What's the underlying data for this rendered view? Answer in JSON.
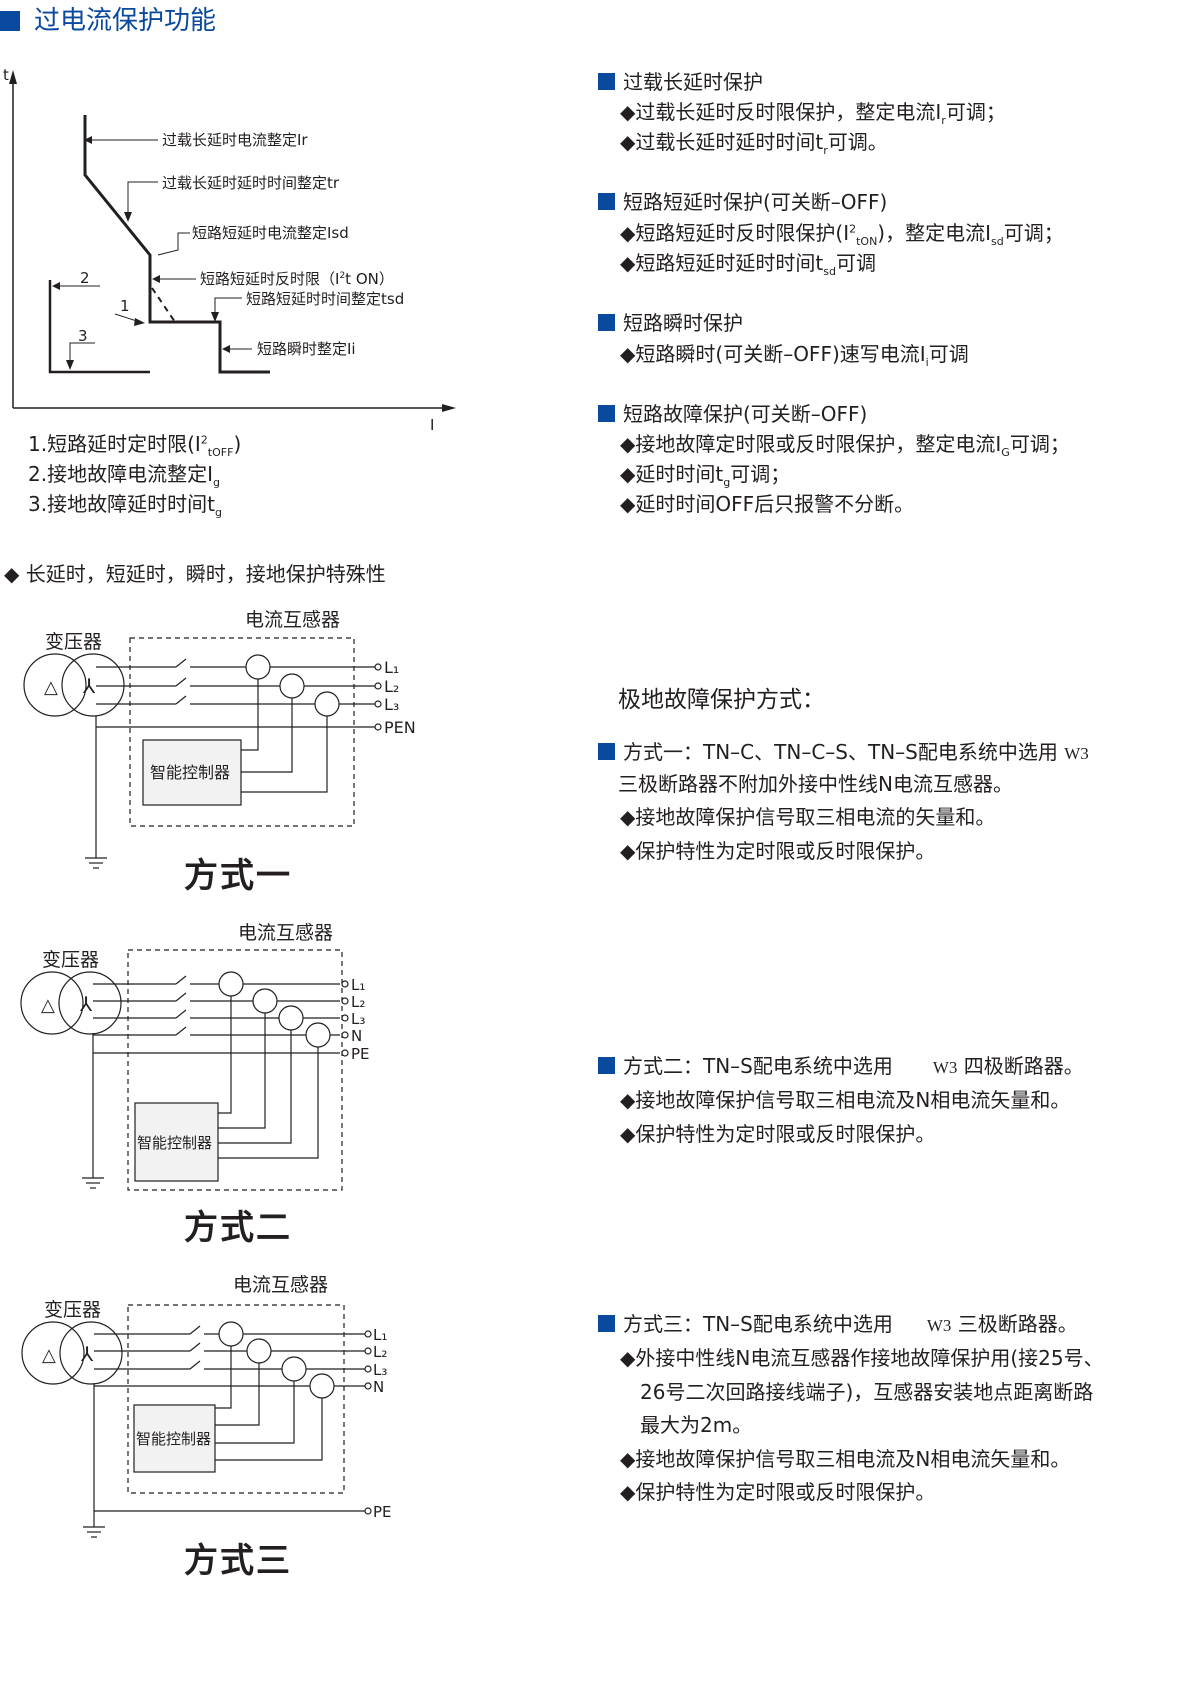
{
  "title": "过电流保护功能",
  "curve": {
    "axis_t": "t",
    "axis_i": "I",
    "labels": {
      "ir": "过载长延时电流整定Ir",
      "tr": "过载长延时延时时间整定tr",
      "isd": "短路短延时电流整定Isd",
      "i2t_pre": "短路短延时反时限（I",
      "i2t_sup": "2",
      "i2t_post": "t  ON）",
      "tsd": "短路短延时时间整定tsd",
      "ii": "短路瞬时整定Ii",
      "n1": "1",
      "n2": "2",
      "n3": "3"
    },
    "legend": [
      {
        "pre": "1.短路延时定时限(I",
        "sup": "2",
        "sub": "tOFF",
        "post": ")"
      },
      {
        "pre": "2.接地故障电流整定I",
        "sub": "g"
      },
      {
        "pre": "3.接地故障延时时间t",
        "sub": "g"
      }
    ]
  },
  "right_top": [
    {
      "heading": "过载长延时保护",
      "items": [
        {
          "pre": "过载长延时反时限保护，整定电流I",
          "sub": "r",
          "post": "可调；"
        },
        {
          "pre": "过载长延时延时时间t",
          "sub": "r",
          "post": "可调。"
        }
      ]
    },
    {
      "heading": "短路短延时保护(可关断–OFF)",
      "items": [
        {
          "pre": "短路短延时反时限保护(I",
          "sup": "2",
          "sub": "tON",
          "post": ")，整定电流I",
          "sub2": "sd",
          "post2": "可调；"
        },
        {
          "pre": "短路短延时延时时间t",
          "sub": "sd",
          "post": "可调"
        }
      ]
    },
    {
      "heading": "短路瞬时保护",
      "items": [
        {
          "pre": "短路瞬时(可关断–OFF)速写电流I",
          "sub": "i",
          "post": "可调"
        }
      ]
    },
    {
      "heading": "短路故障保护(可关断–OFF)",
      "items": [
        {
          "pre": "接地故障定时限或反时限保护，整定电流I",
          "sub": "G",
          "post": "可调；"
        },
        {
          "pre": "延时时间t",
          "sub": "g",
          "post": "可调；"
        },
        {
          "pre": "延时时间OFF后只报警不分断。"
        }
      ]
    }
  ],
  "section_bullet": "长延时，短延时，瞬时，接地保护特殊性",
  "diagram_common": {
    "ct": "电流互感器",
    "transformer": "变压器",
    "controller": "智能控制器",
    "L1": "L₁",
    "L2": "L₂",
    "L3": "L₃",
    "N": "N",
    "PE": "PE",
    "PEN": "PEN",
    "delta": "△",
    "wye": "⅄"
  },
  "modes": {
    "m1": "方式一",
    "m2": "方式二",
    "m3": "方式三"
  },
  "ground_heading": "极地故障保护方式：",
  "mode1_text": {
    "line1": "方式一：TN–C、TN–C–S、TN–S配电系统中选用",
    "model": "W3",
    "line2": "三极断路器不附加外接中性线N电流互感器。",
    "items": [
      "接地故障保护信号取三相电流的矢量和。",
      "保护特性为定时限或反时限保护。"
    ]
  },
  "mode2_text": {
    "line1": "方式二：TN–S配电系统中选用",
    "model": "W3",
    "line1b": "四极断路器。",
    "items": [
      "接地故障保护信号取三相电流及N相电流矢量和。",
      "保护特性为定时限或反时限保护。"
    ]
  },
  "mode3_text": {
    "line1": "方式三：TN–S配电系统中选用",
    "model": "W3",
    "line1b": "三极断路器。",
    "items": [
      "外接中性线N电流互感器作接地故障保护用(接25号、",
      "26号二次回路接线端子)，互感器安装地点距离断路",
      "最大为2m。",
      "接地故障保护信号取三相电流及N相电流矢量和。",
      "保护特性为定时限或反时限保护。"
    ]
  },
  "colors": {
    "accent": "#0a4a9e",
    "text": "#231f20"
  }
}
